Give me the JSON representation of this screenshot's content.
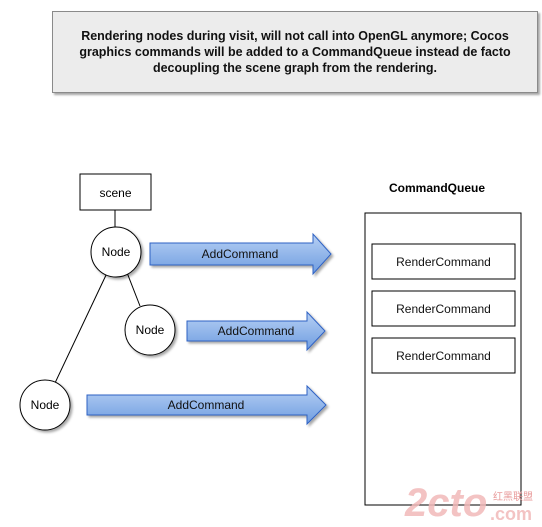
{
  "note": {
    "text": "Rendering nodes during visit, will not call into OpenGL anymore; Cocos graphics commands will be added to a CommandQueue instead de facto decoupling the scene graph from the rendering."
  },
  "scene": {
    "label": "scene"
  },
  "nodes": [
    {
      "label": "Node"
    },
    {
      "label": "Node"
    },
    {
      "label": "Node"
    }
  ],
  "arrows": [
    {
      "label": "AddCommand"
    },
    {
      "label": "AddCommand"
    },
    {
      "label": "AddCommand"
    }
  ],
  "queue": {
    "title": "CommandQueue",
    "commands": [
      {
        "label": "RenderCommand"
      },
      {
        "label": "RenderCommand"
      },
      {
        "label": "RenderCommand"
      }
    ]
  },
  "watermark": {
    "text": "2cto",
    "domain": ".com",
    "cn": "红黑联盟"
  },
  "colors": {
    "arrow_fill": "#8fb4e8",
    "arrow_stroke": "#2f62c4",
    "note_bg": "#ececec"
  }
}
